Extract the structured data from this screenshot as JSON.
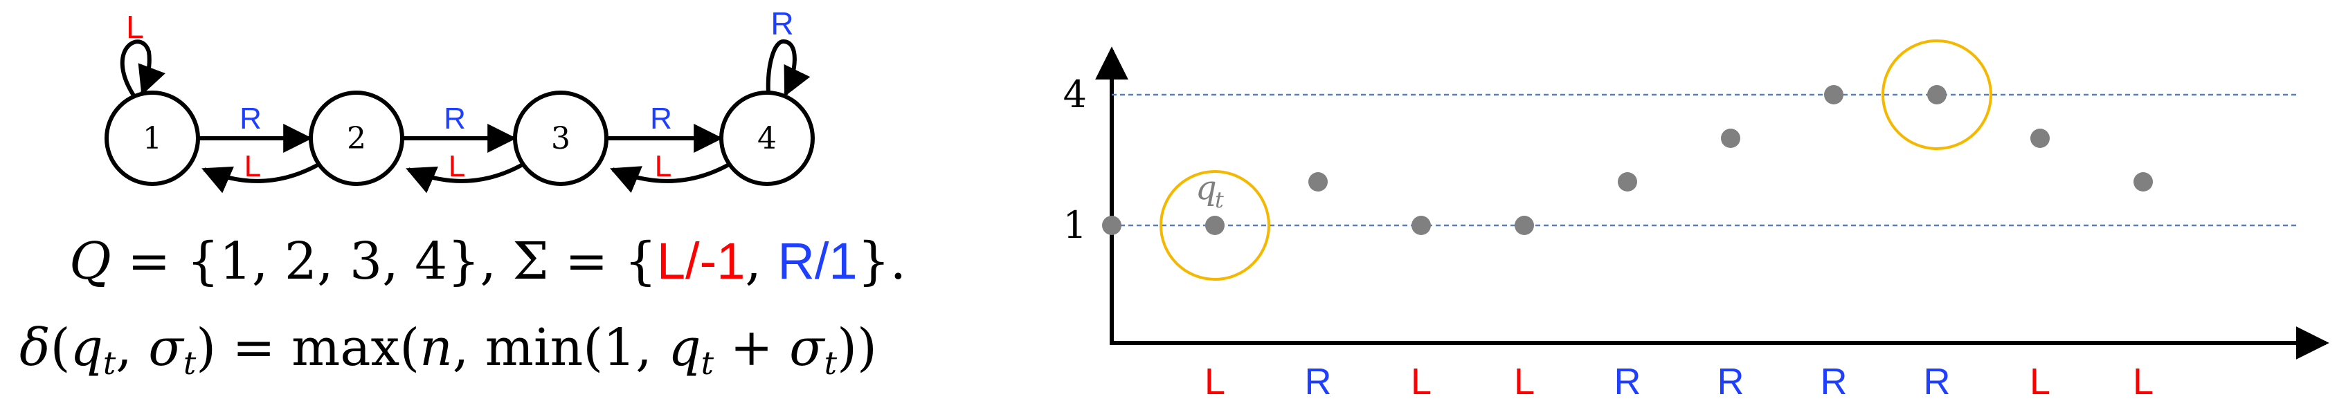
{
  "automaton": {
    "states": [
      "1",
      "2",
      "3",
      "4"
    ],
    "self_loops": [
      {
        "state": "1",
        "label": "L"
      },
      {
        "state": "4",
        "label": "R"
      }
    ],
    "forward_label": "R",
    "backward_label": "L"
  },
  "formulas": {
    "line1": {
      "q": "Q",
      "q_set": " = {1, 2, 3, 4}, ",
      "sigma": "Σ",
      "eq_open": " = {",
      "left_sym": "L/-1",
      "comma": ", ",
      "right_sym": "R/1",
      "close": "}."
    },
    "line2": {
      "delta": "δ",
      "open": "(",
      "q": "q",
      "q_sub": "t",
      "comma": ", ",
      "sigma": "σ",
      "sigma_sub": "t",
      "eq": ") = max(",
      "n": "n",
      "mid": ", min(1, ",
      "q2": "q",
      "q2_sub": "t",
      "plus": " + ",
      "sigma2": "σ",
      "sigma2_sub": "t",
      "close": "))"
    }
  },
  "chart_data": {
    "type": "scatter",
    "x": [
      0,
      1,
      2,
      3,
      4,
      5,
      6,
      7,
      8,
      9,
      10
    ],
    "y": [
      1,
      1,
      2,
      1,
      1,
      2,
      3,
      4,
      4,
      3,
      2
    ],
    "y_ticks": [
      "1",
      "4"
    ],
    "reference_lines": [
      1,
      4
    ],
    "x_labels": [
      "L",
      "R",
      "L",
      "L",
      "R",
      "R",
      "R",
      "R",
      "L",
      "L"
    ],
    "highlighted_points": [
      1,
      8
    ],
    "annotation": {
      "point": 1,
      "text": "q",
      "sub": "t"
    },
    "colors": {
      "points": "#808080",
      "highlight": "#f5b800",
      "left": "#ff0000",
      "right": "#1f3fff",
      "reference": "#5b7fb5"
    }
  }
}
